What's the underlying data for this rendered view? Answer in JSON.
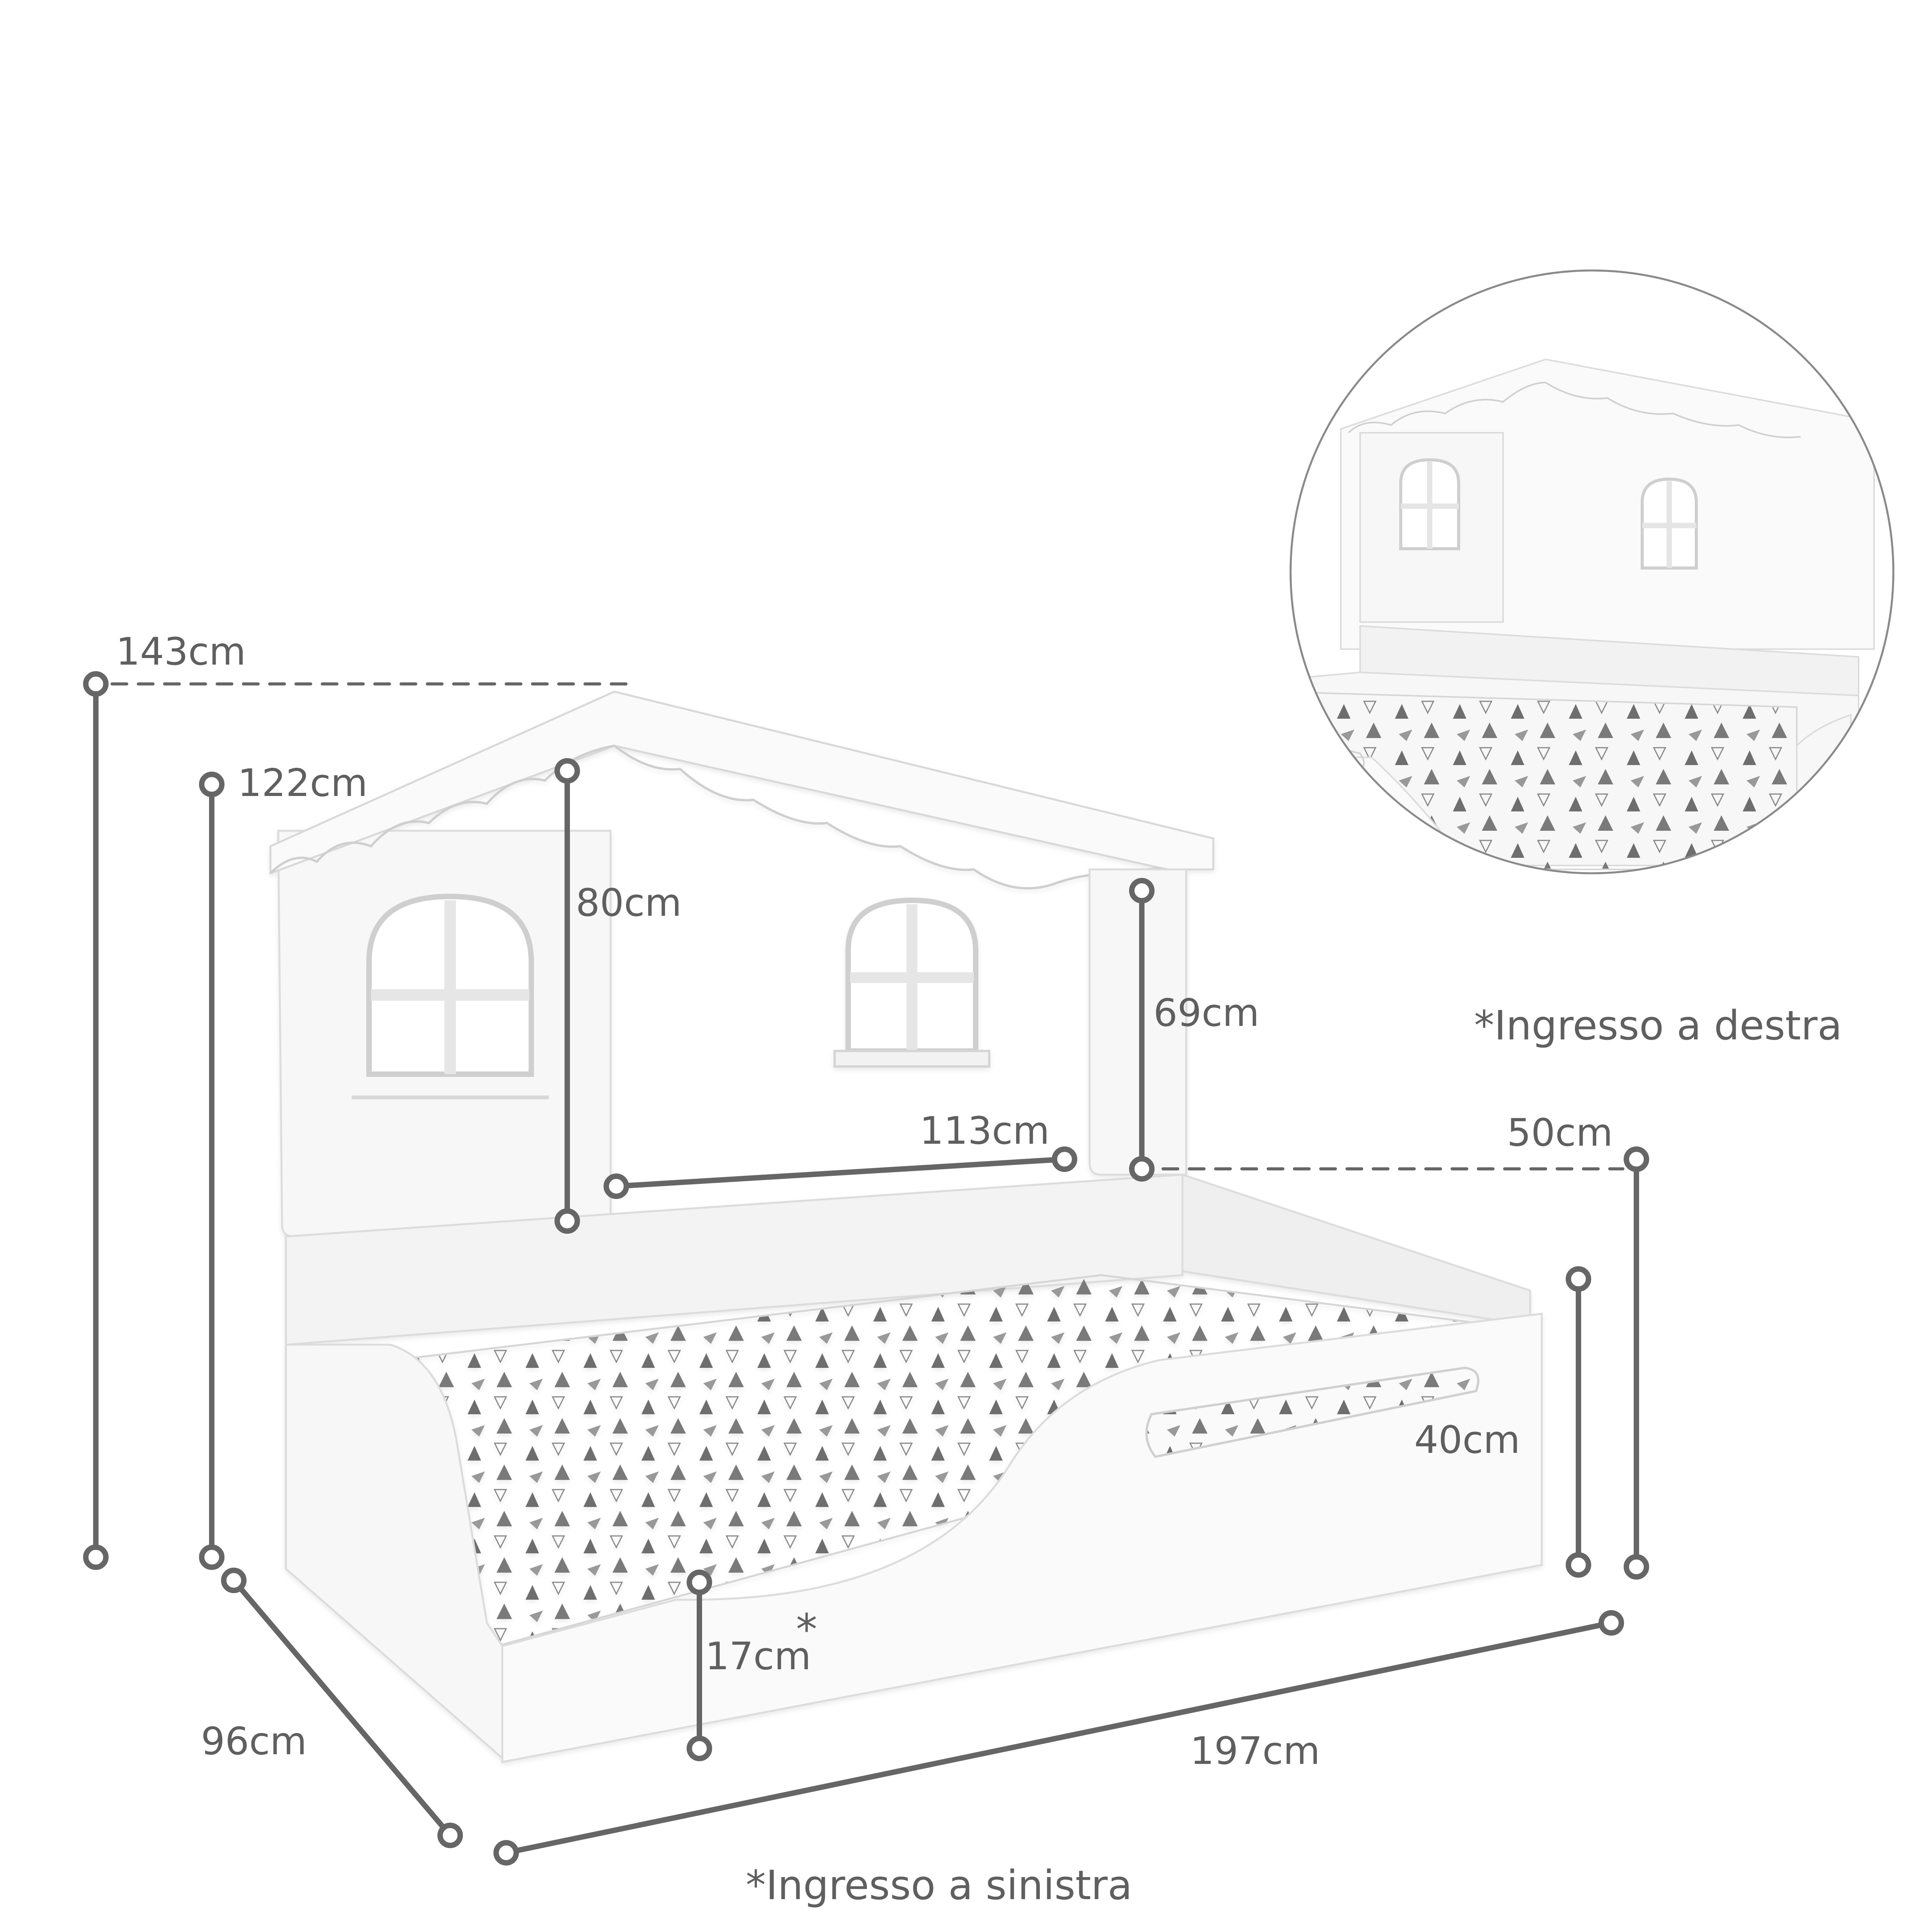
{
  "dimensions": {
    "total_height": "143cm",
    "headboard_height": "122cm",
    "roof_inner_height": "80cm",
    "post_height": "69cm",
    "window_span": "113cm",
    "side_height": "50cm",
    "rail_height": "40cm",
    "entry_height": "17cm",
    "entry_asterisk": "*",
    "depth": "96cm",
    "length": "197cm"
  },
  "notes": {
    "left_entry": "*Ingresso a sinistra",
    "right_entry": "*Ingresso a destra"
  },
  "colors": {
    "line": "#666666",
    "text": "#5f5f5f",
    "furniture": "#f7f7f7",
    "furniture_edge": "#dcdcdc",
    "mattress": "#f4f4f4",
    "pattern": "#6e6e6e"
  }
}
